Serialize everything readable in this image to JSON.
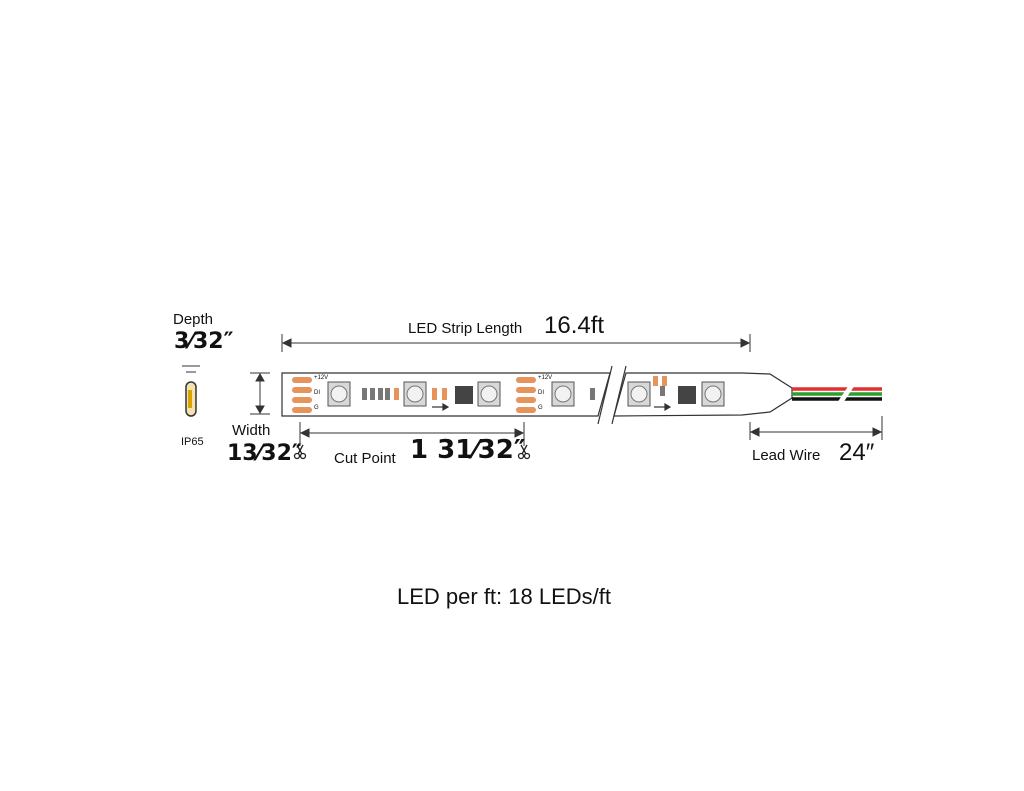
{
  "depth": {
    "label": "Depth",
    "value": "3⁄32″"
  },
  "rating": "IP65",
  "width": {
    "label": "Width",
    "value": "13⁄32″"
  },
  "strip_length": {
    "label": "LED Strip Length",
    "value": "16.4ft"
  },
  "cut_point": {
    "label": "Cut Point",
    "value": "1 31⁄32″"
  },
  "lead_wire": {
    "label": "Lead Wire",
    "value": "24″"
  },
  "pad_labels": [
    "+12V",
    "DI",
    "G"
  ],
  "led_density": "LED per ft: 18 LEDs/ft",
  "colors": {
    "strip": "#ffffff",
    "pad": "#e8935a",
    "wire_red": "#e03030",
    "wire_green": "#2e9e2e",
    "wire_black": "#111111",
    "line": "#333333"
  }
}
